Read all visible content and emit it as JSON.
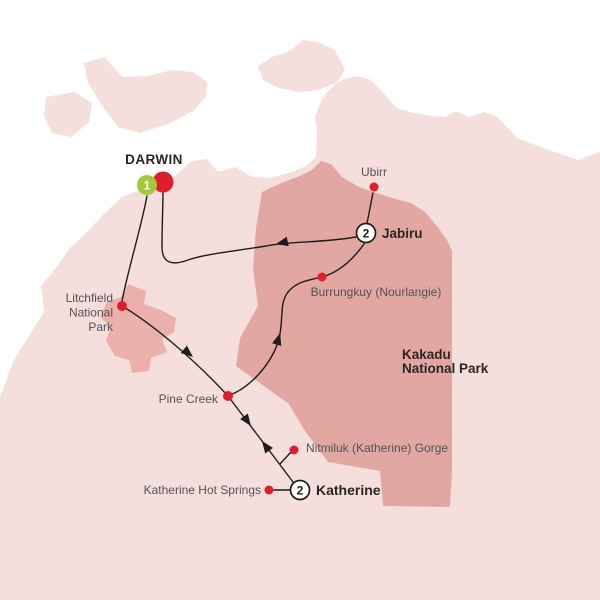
{
  "places": {
    "darwin": {
      "label": "DARWIN",
      "nights": "1"
    },
    "ubirr": {
      "label": "Ubirr"
    },
    "jabiru": {
      "label": "Jabiru",
      "nights": "2"
    },
    "burrungkuy": {
      "label": "Burrungkuy (Nourlangie)"
    },
    "kakadu": {
      "line1": "Kakadu",
      "line2": "National Park"
    },
    "litchfield": {
      "line1": "Litchfield",
      "line2": "National",
      "line3": "Park"
    },
    "pine_creek": {
      "label": "Pine Creek"
    },
    "nitmiluk": {
      "label": "Nitmiluk (Katherine) Gorge"
    },
    "katherine_hot_springs": {
      "label": "Katherine Hot Springs"
    },
    "katherine": {
      "label": "Katherine",
      "nights": "2"
    }
  },
  "colors": {
    "ocean": "#ffffff",
    "land": "#f5dfdc",
    "national_park_region": "#e2a7a1",
    "litchfield_region": "#eab0a9",
    "route": "#1d1d1b",
    "stop_marker_red": "#dd1f2d",
    "overnight_green": "#a5c73c",
    "numbered_stop_fill": "#ffffff",
    "label_gray": "#515256",
    "label_dark": "#2b2523"
  }
}
